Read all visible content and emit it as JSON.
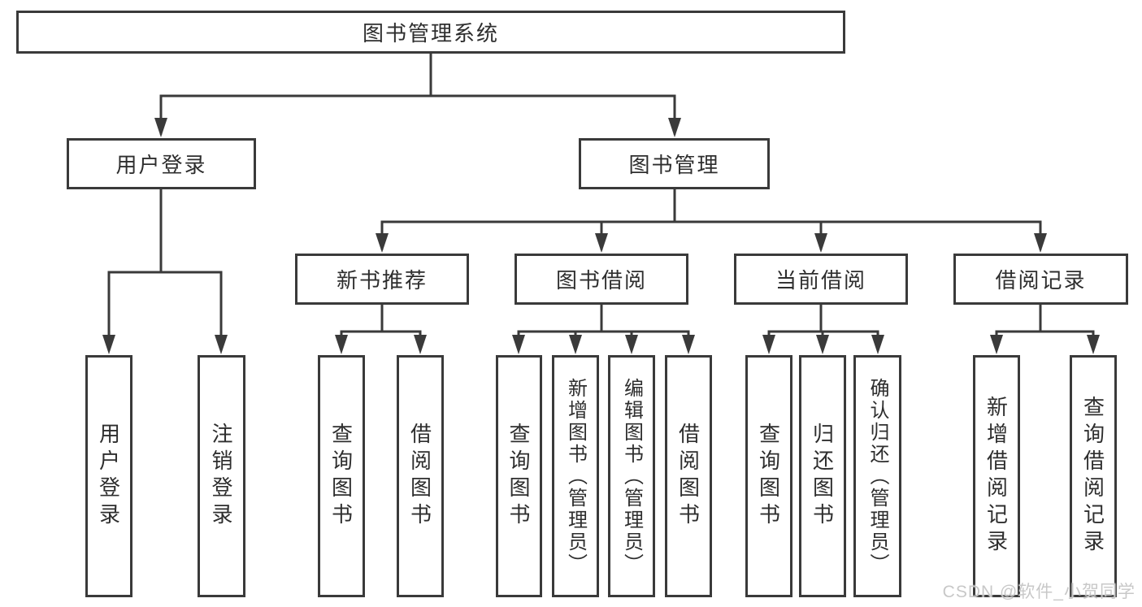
{
  "tree": {
    "label": "图书管理系统",
    "children": [
      {
        "label": "用户登录",
        "children": [
          {
            "label": "用户登录"
          },
          {
            "label": "注销登录"
          }
        ]
      },
      {
        "label": "图书管理",
        "children": [
          {
            "label": "新书推荐",
            "children": [
              {
                "label": "查询图书"
              },
              {
                "label": "借阅图书"
              }
            ]
          },
          {
            "label": "图书借阅",
            "children": [
              {
                "label": "查询图书"
              },
              {
                "label": "新增图书（管理员）"
              },
              {
                "label": "编辑图书（管理员）"
              },
              {
                "label": "借阅图书"
              }
            ]
          },
          {
            "label": "当前借阅",
            "children": [
              {
                "label": "查询图书"
              },
              {
                "label": "归还图书"
              },
              {
                "label": "确认归还（管理员）"
              }
            ]
          },
          {
            "label": "借阅记录",
            "children": [
              {
                "label": "新增借阅记录"
              },
              {
                "label": "查询借阅记录"
              }
            ]
          }
        ]
      }
    ]
  },
  "watermark": {
    "text": "CSDN @软件_小贺同学",
    "color": "#c8c8c8"
  },
  "colors": {
    "line": "#3a3a3a",
    "box_border": "#3a3a3a",
    "box_fill": "#ffffff",
    "text": "#2e2e2e",
    "background": "#ffffff"
  }
}
